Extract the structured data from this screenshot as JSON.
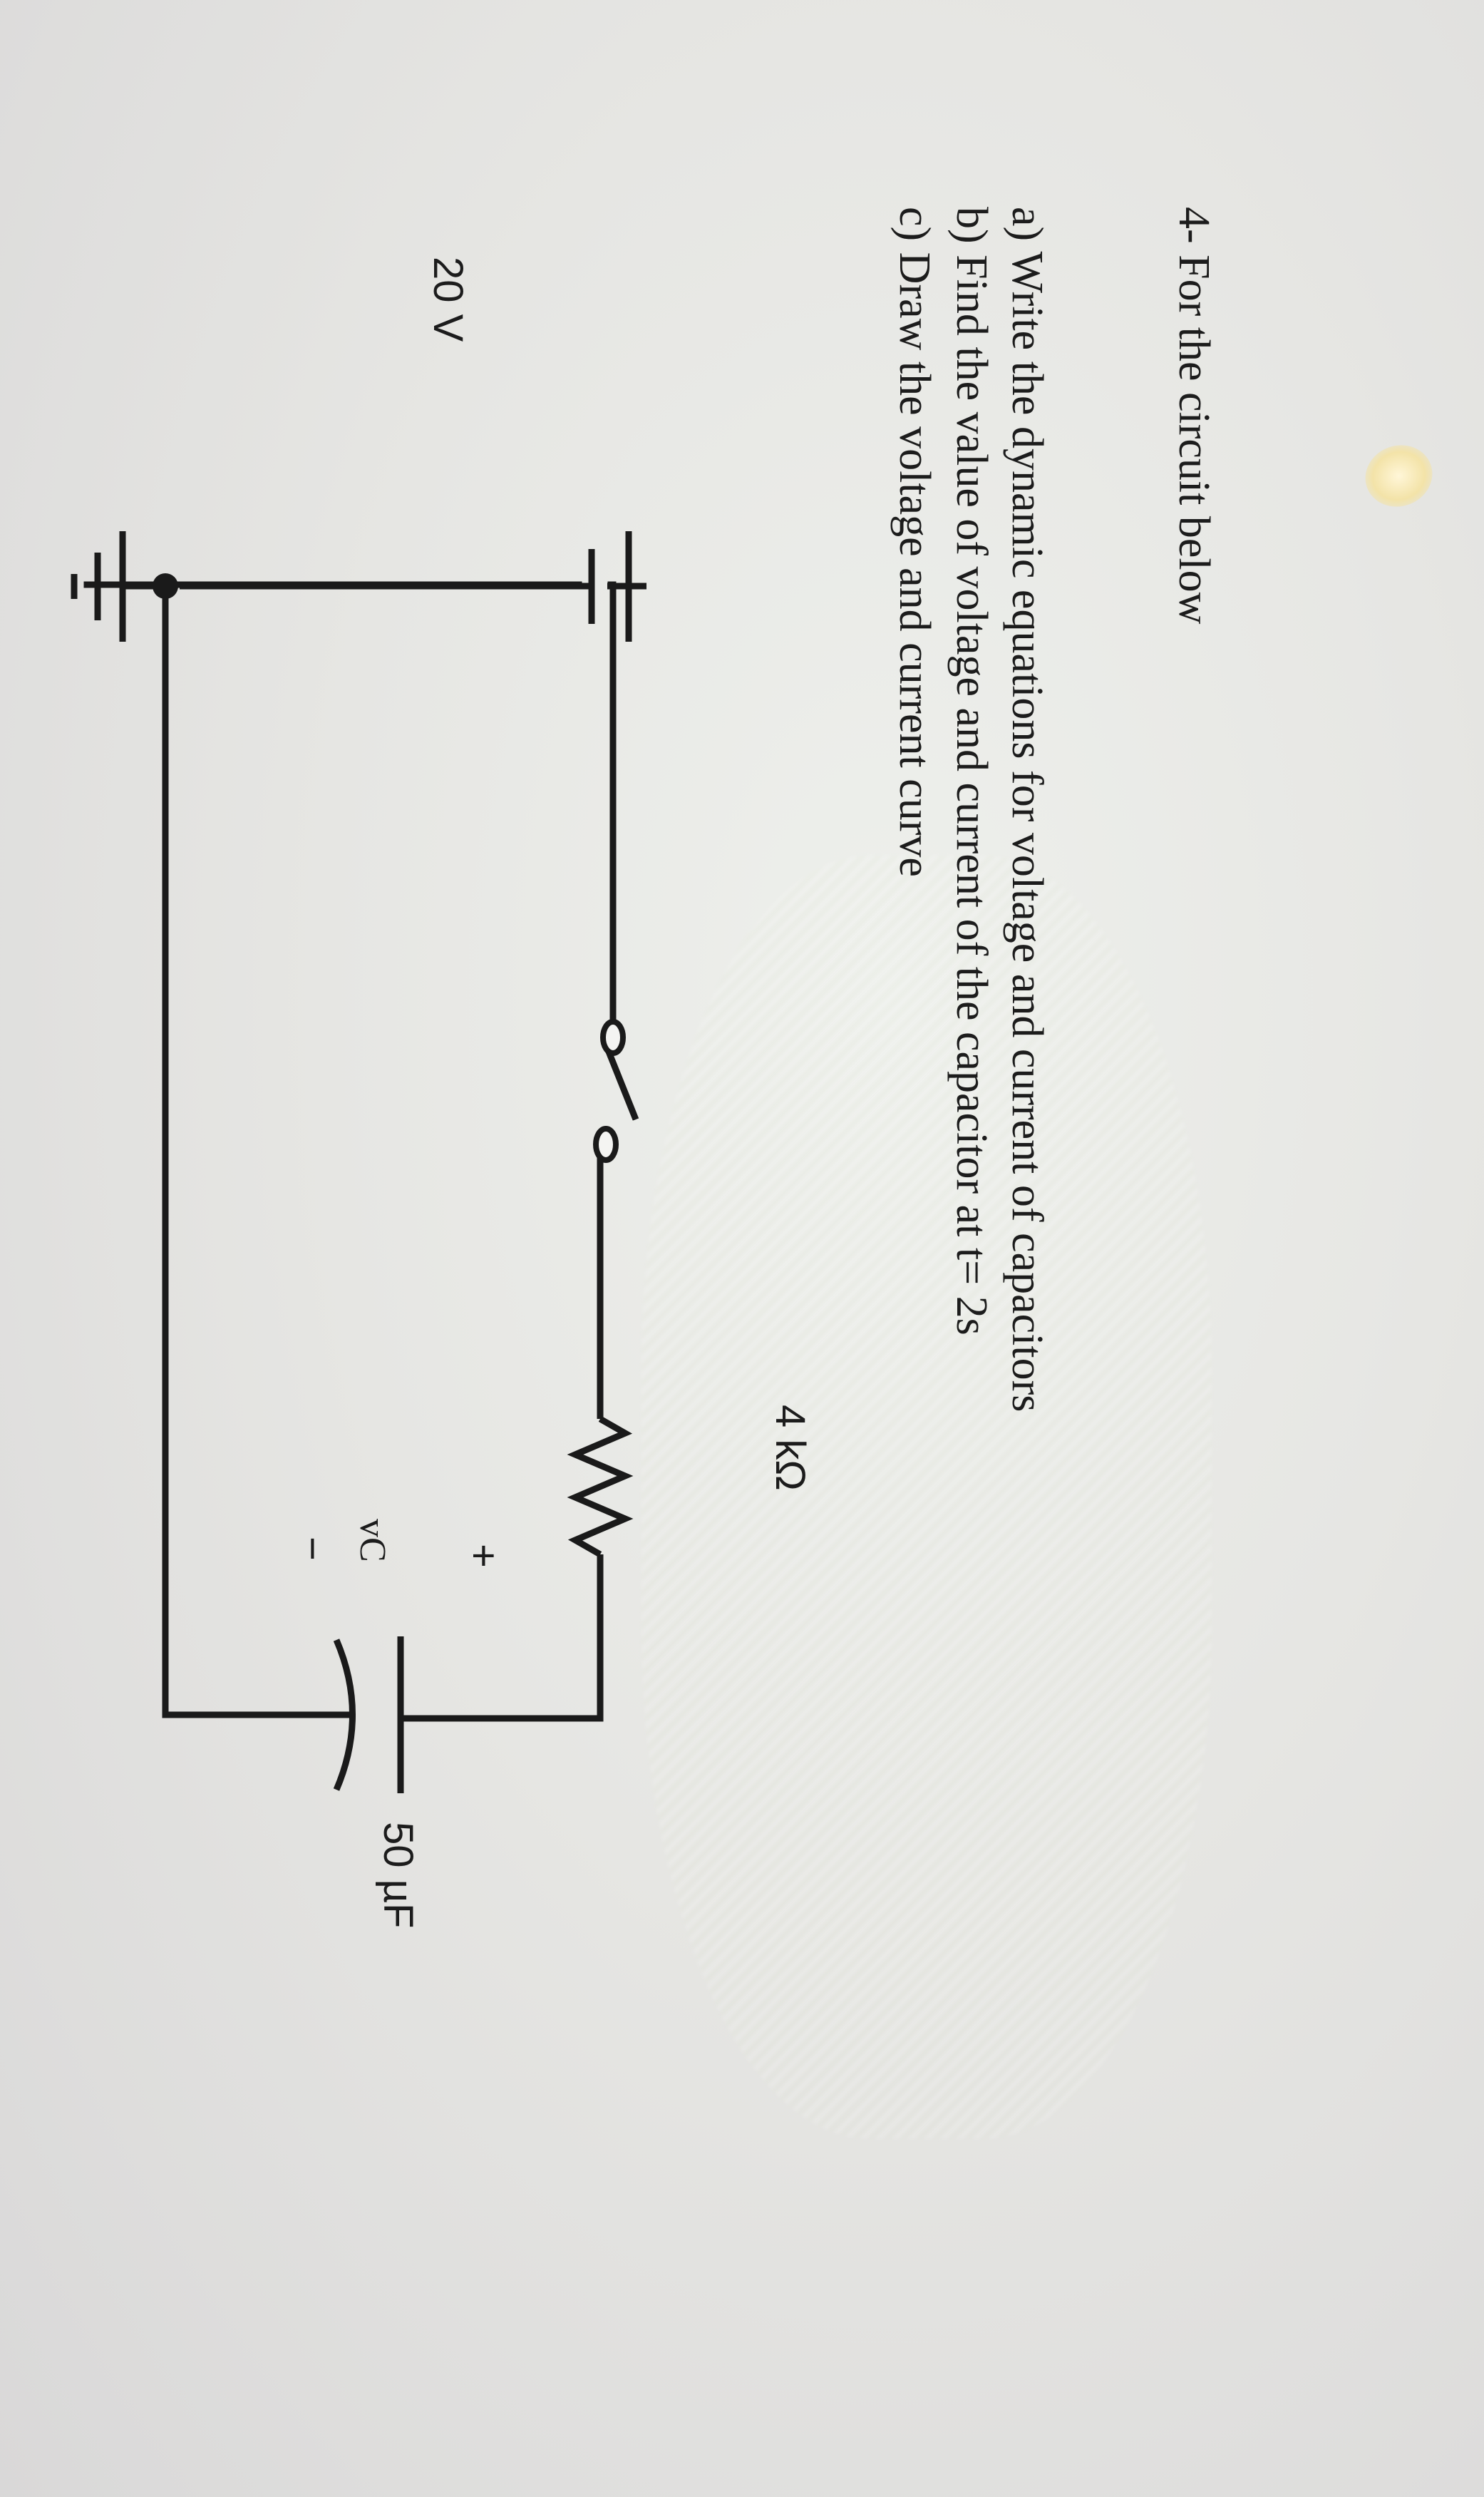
{
  "problem": {
    "number": "4-",
    "title": "4- For the circuit below",
    "questions": [
      {
        "id": "a",
        "text": "a) Write the dynamic equations for voltage and current of capacitors"
      },
      {
        "id": "b",
        "text": "b) Find the value of voltage and current of the capacitor at t= 2s"
      },
      {
        "id": "c",
        "text": "c) Draw the voltage and current curve"
      }
    ]
  },
  "circuit": {
    "source": {
      "label": "20 V",
      "type": "dc-voltage-source"
    },
    "switch": {
      "type": "spst-switch",
      "state": "open"
    },
    "resistor": {
      "label": "4 kΩ"
    },
    "capacitor": {
      "label": "50 µF",
      "voltage_label": "vC",
      "plus": "+",
      "minus": "−"
    },
    "ground": {
      "type": "ground"
    }
  }
}
